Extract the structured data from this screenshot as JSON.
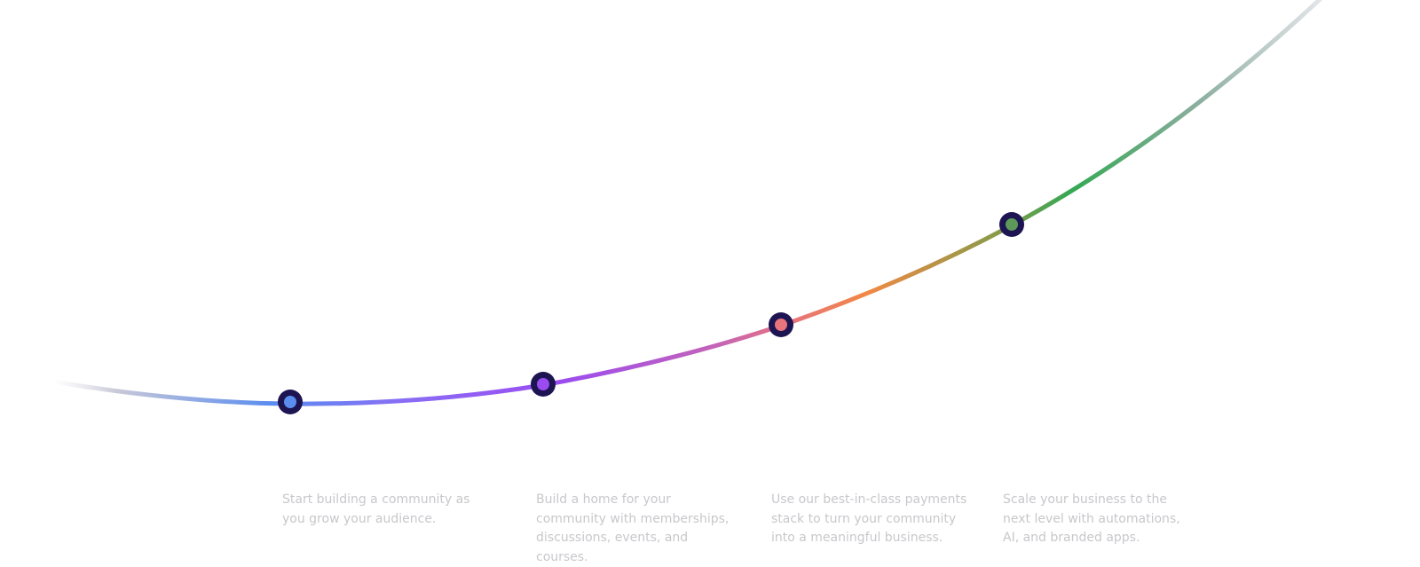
{
  "steps": [
    {
      "description": "Start building a community as you grow your audience.",
      "color": "#5b8def"
    },
    {
      "description": "Build a home for your community with memberships, discussions, events, and courses.",
      "color": "#9b4cf0"
    },
    {
      "description": "Use our best-in-class payments stack to turn your community into a meaningful business.",
      "color": "#e8747c"
    },
    {
      "description": "Scale your business to the next level with automations, AI, and branded apps.",
      "color": "#5d9a5a"
    }
  ],
  "colors": {
    "marker_ring": "#1d1452",
    "text": "#c8c8cc"
  }
}
